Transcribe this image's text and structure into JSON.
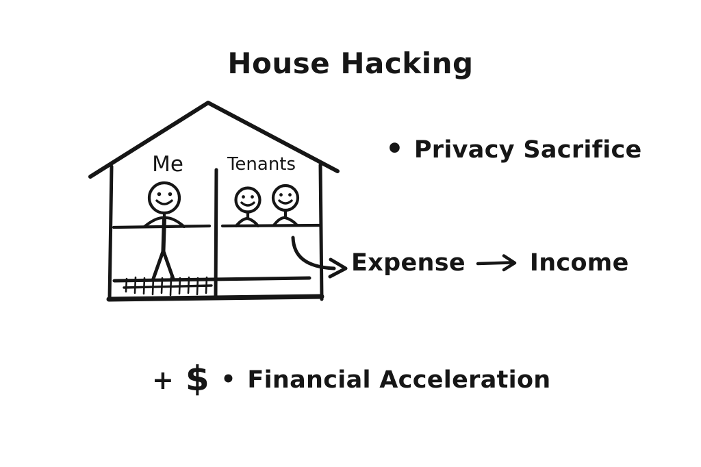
{
  "colors": {
    "ink": "#161616",
    "background": "#ffffff"
  },
  "title": "House Hacking",
  "house": {
    "owner_label": "Me",
    "tenants_label": "Tenants"
  },
  "annotations": {
    "privacy": {
      "bullet": "•",
      "label": "Privacy Sacrifice"
    },
    "flow": {
      "from": "Expense",
      "to": "Income"
    },
    "financial": {
      "plus": "+",
      "dollar": "$",
      "bullet": "•",
      "label": "Financial Acceleration"
    }
  }
}
